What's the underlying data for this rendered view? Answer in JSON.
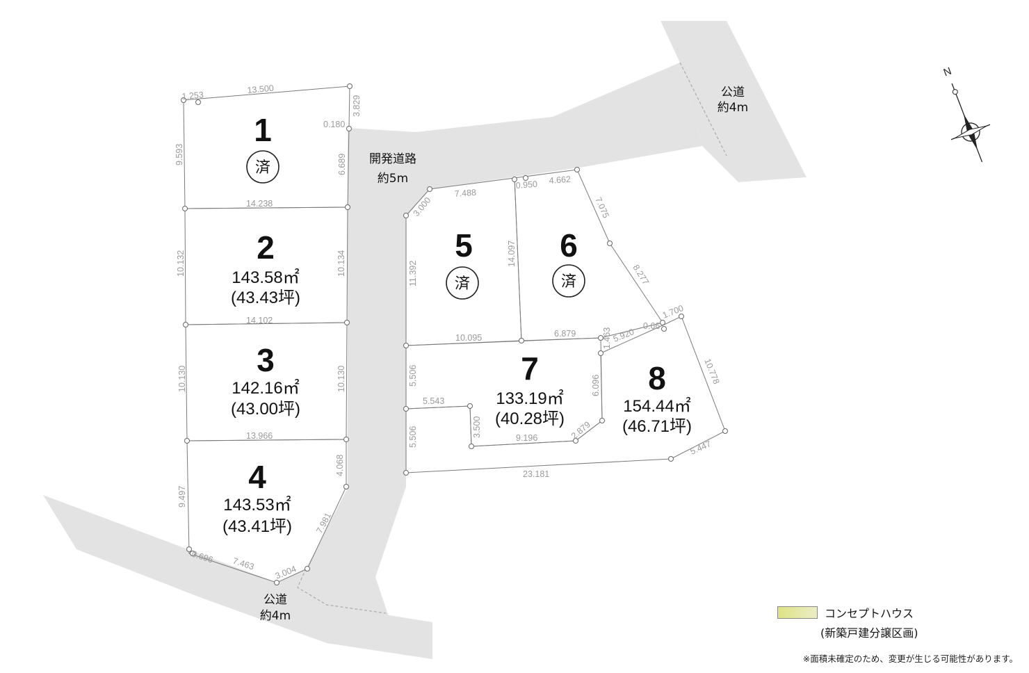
{
  "roads": {
    "public_bottom": {
      "line1": "公道",
      "line2": "約4m"
    },
    "public_top": {
      "line1": "公道",
      "line2": "約4m"
    },
    "development": {
      "line1": "開発道路",
      "line2": "約5m"
    }
  },
  "compass": {
    "north_label": "N"
  },
  "lots": [
    {
      "number": "1",
      "status": "済",
      "concept_house": false
    },
    {
      "number": "2",
      "area_m2": "143.58㎡",
      "area_tsubo": "(43.43坪)",
      "concept_house": true
    },
    {
      "number": "3",
      "area_m2": "142.16㎡",
      "area_tsubo": "(43.00坪)",
      "concept_house": true
    },
    {
      "number": "4",
      "area_m2": "143.53㎡",
      "area_tsubo": "(43.41坪)",
      "concept_house": true
    },
    {
      "number": "5",
      "status": "済",
      "concept_house": false
    },
    {
      "number": "6",
      "status": "済",
      "concept_house": false
    },
    {
      "number": "7",
      "area_m2": "133.19㎡",
      "area_tsubo": "(40.28坪)",
      "concept_house": true
    },
    {
      "number": "8",
      "area_m2": "154.44㎡",
      "area_tsubo": "(46.71坪)",
      "concept_house": true
    }
  ],
  "dimensions": {
    "d1_253": "1.253",
    "d13_500": "13.500",
    "d3_829": "3.829",
    "d0_180": "0.180",
    "d9_593": "9.593",
    "d6_689": "6.689",
    "d14_238": "14.238",
    "d10_132": "10.132",
    "d10_134": "10.134",
    "d14_102": "14.102",
    "d10_130_l": "10.130",
    "d10_130_r": "10.130",
    "d13_966": "13.966",
    "d9_497": "9.497",
    "d4_068": "4.068",
    "d7_981": "7.981",
    "d0_696": "0.696",
    "d7_463": "7.463",
    "d3_004": "3.004",
    "d3_000": "3.000",
    "d7_488": "7.488",
    "d0_950": "0.950",
    "d4_662": "4.662",
    "d7_075": "7.075",
    "d11_392": "11.392",
    "d14_097": "14.097",
    "d8_277": "8.277",
    "d10_095": "10.095",
    "d6_879": "6.879",
    "d1_463": "1.463",
    "d5_920": "5.920",
    "d0_66": "0.66",
    "d1_700": "1.700",
    "d10_778": "10.778",
    "d5_506_a": "5.506",
    "d5_506_b": "5.506",
    "d6_096": "6.096",
    "d5_543": "5.543",
    "d3_500": "3.500",
    "d9_196": "9.196",
    "d2_879": "2.879",
    "d23_181": "23.181",
    "d5_447": "5.447"
  },
  "legend": {
    "label": "コンセプトハウス",
    "sublabel": "(新築戸建分譲区画)"
  },
  "disclaimer": "※面積未確定のため、変更が生じる可能性があります。",
  "colors": {
    "road": "#e3e3e3",
    "concept_light": "#ecedc7",
    "concept_strong": "#dde384",
    "lot_border": "#7a7a7a",
    "dimension_text": "#9a9a9a"
  }
}
